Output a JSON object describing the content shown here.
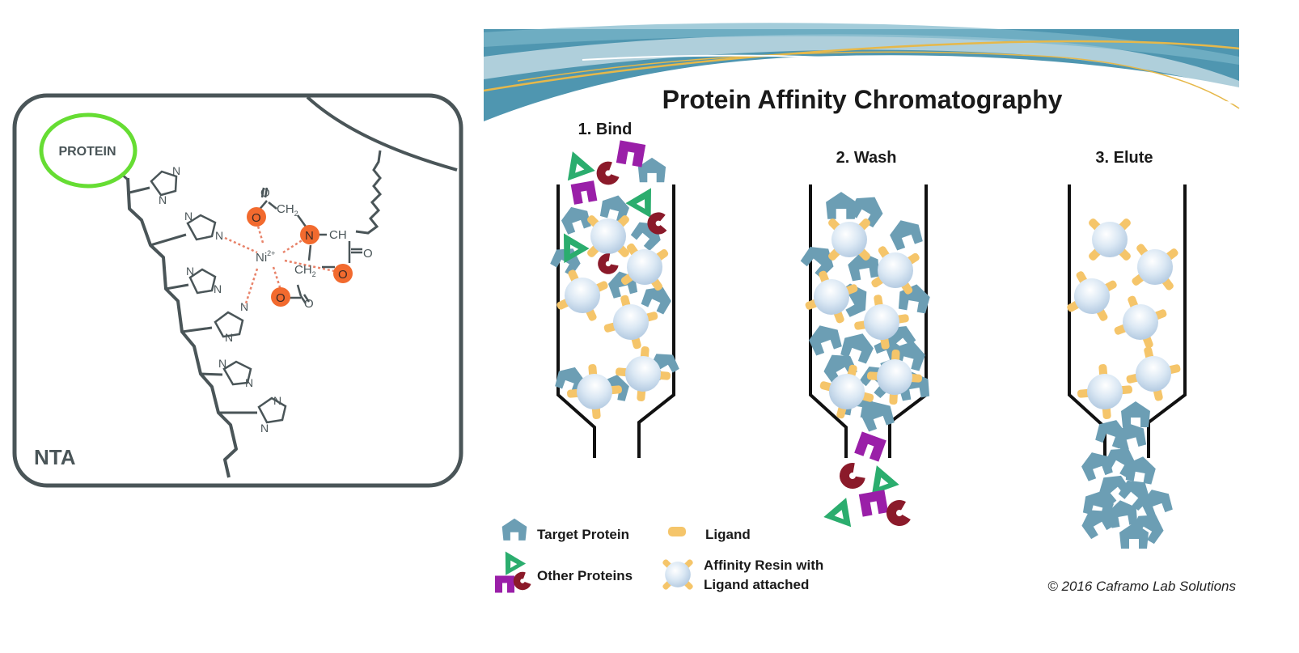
{
  "nta_panel": {
    "protein_label": "PROTEIN",
    "panel_label": "NTA",
    "atoms": {
      "n": "N",
      "o": "O",
      "ch": "CH",
      "ch2": "CH",
      "sub2": "2",
      "ni": "Ni",
      "ni_charge": "2+"
    }
  },
  "chromatography": {
    "title": "Protein Affinity Chromatography",
    "steps": [
      {
        "label": "1. Bind"
      },
      {
        "label": "2. Wash"
      },
      {
        "label": "3. Elute"
      }
    ],
    "legend": {
      "target_protein": "Target Protein",
      "ligand": "Ligand",
      "other_proteins": "Other Proteins",
      "resin_line1": "Affinity Resin with",
      "resin_line2": "Ligand attached"
    },
    "copyright": "© 2016 Caframo Lab Solutions"
  },
  "colors": {
    "frame": "#4a5558",
    "protein_circle": "#66dd33",
    "oxygen_node": "#f26a2e",
    "bond_dotted": "#e8836a",
    "banner_blue": "#4f96b0",
    "banner_gold": "#e6b84a",
    "target_protein": "#6c9eb4",
    "ligand": "#f5c56a",
    "resin_bead": "#cfe0f0",
    "other_green": "#2bad6e",
    "other_purple": "#9a1fa8",
    "other_maroon": "#8b1a2a"
  }
}
